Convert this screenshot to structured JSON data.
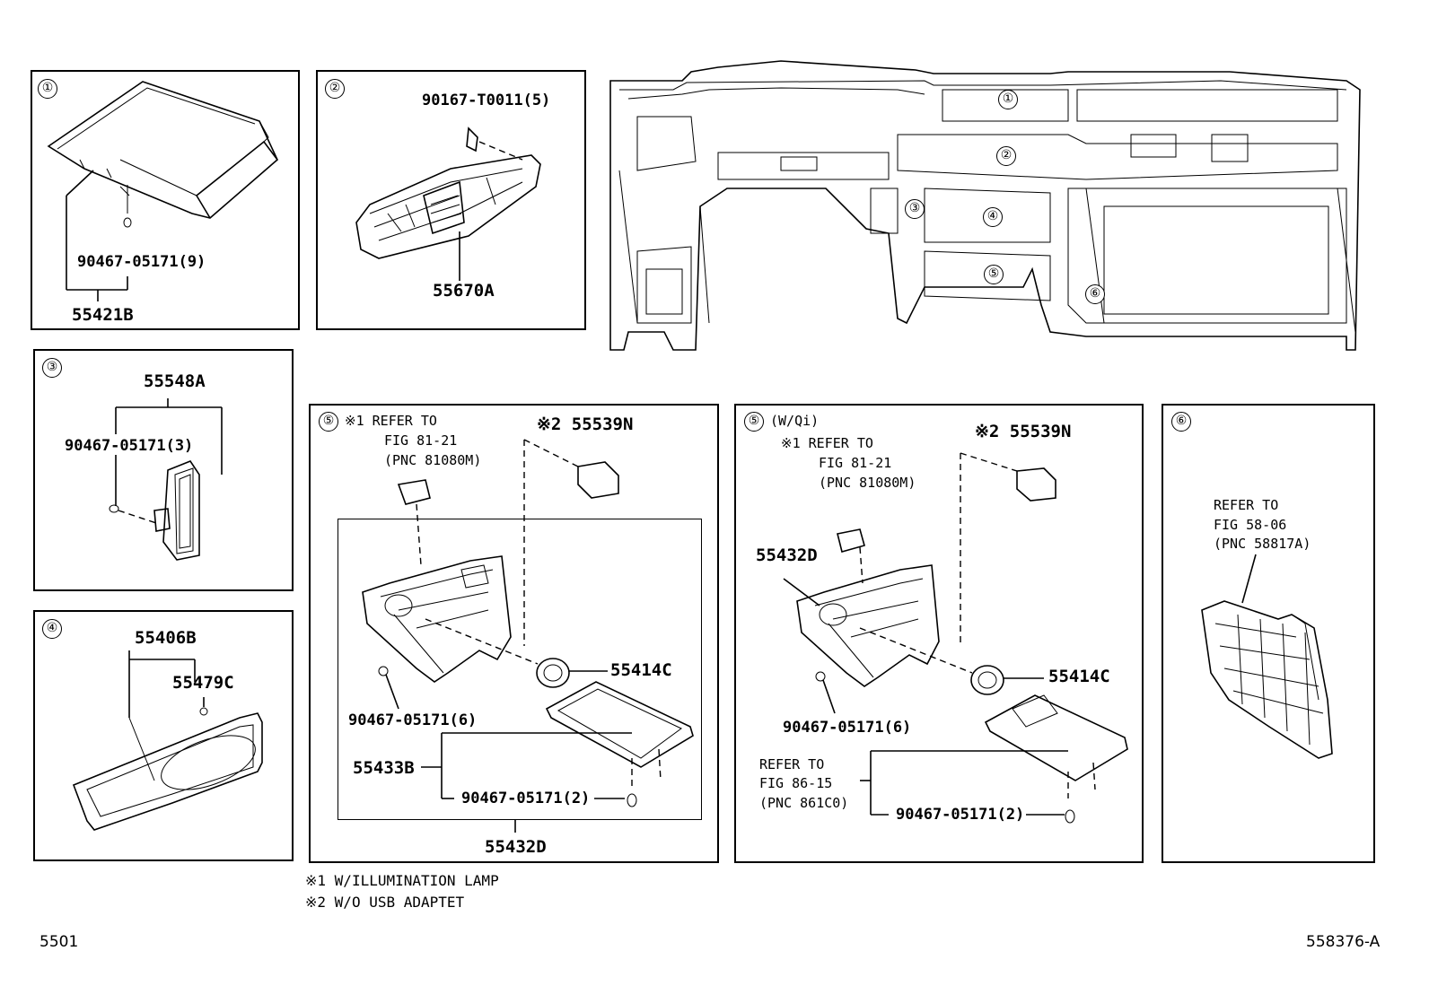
{
  "callouts": [
    "①",
    "②",
    "③",
    "④",
    "⑤",
    "⑥"
  ],
  "panel1": {
    "parts": [
      "90467-05171(9)",
      "55421B"
    ]
  },
  "panel2": {
    "parts": [
      "90167-T0011(5)",
      "55670A"
    ]
  },
  "panel3": {
    "parts": [
      "55548A",
      "90467-05171(3)"
    ]
  },
  "panel4": {
    "parts": [
      "55406B",
      "55479C"
    ]
  },
  "panel5a": {
    "refer1": "※1 REFER TO",
    "refer2": "FIG 81-21",
    "refer3": "(PNC 81080M)",
    "note2": "※2 55539N",
    "parts": [
      "55414C",
      "90467-05171(6)",
      "55433B",
      "90467-05171(2)",
      "55432D"
    ]
  },
  "panel5b": {
    "variant": "(W/Qi)",
    "refer1": "※1 REFER TO",
    "refer2": "FIG 81-21",
    "refer3": "(PNC 81080M)",
    "note2": "※2 55539N",
    "parts": [
      "55432D",
      "55414C",
      "90467-05171(6)",
      "90467-05171(2)"
    ],
    "refer_b1": "REFER TO",
    "refer_b2": "FIG 86-15",
    "refer_b3": "(PNC 861C0)"
  },
  "panel6": {
    "refer1": "REFER TO",
    "refer2": "FIG 58-06",
    "refer3": "(PNC 58817A)"
  },
  "notes": [
    "※1 W/ILLUMINATION LAMP",
    "※2 W/O USB ADAPTET"
  ],
  "footer": {
    "left": "5501",
    "right": "558376-A"
  }
}
